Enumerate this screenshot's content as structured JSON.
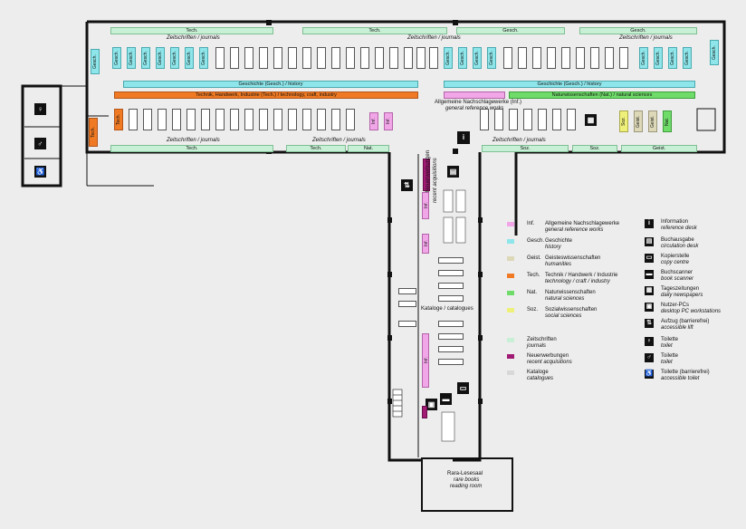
{
  "top_strips": {
    "tech1": "Tech.",
    "tech2": "Tech.",
    "gesch1": "Gesch.",
    "gesch2": "Gesch.",
    "journals_label": "Zeitschriften / journals"
  },
  "bands": {
    "history_left": "Geschichte (Gesch.) / history",
    "tech_left": "Technik, Handwerk, Industrie (Tech.)  /  technology, craft, industry",
    "history_right": "Geschichte (Gesch.) / history",
    "nat_right": "Naturwissenschaften (Nat.)  /  natural sciences",
    "reference_title": "Allgemeine Nachschlagewerke (Inf.)",
    "reference_sub": "general reference works"
  },
  "short_labels": {
    "gesch": "Gesch.",
    "tech": "Tech.",
    "inf": "Inf.",
    "nat": "Nat.",
    "soz": "Soz.",
    "geist": "Geist."
  },
  "bottom_strips": {
    "journals_left": "Zeitschriften / journals",
    "journals_mid": "Zeitschriften / journals",
    "journals_right": "Zeitschriften / journals",
    "tech_a": "Tech.",
    "tech_b": "Tech.",
    "nat": "Nat.",
    "soz_a": "Soz.",
    "soz_b": "Soz.",
    "geist": "Geist."
  },
  "corridor": {
    "recent": "Neuerwerbungen",
    "recent_sub": "recent acquisitions",
    "catalogues": "Kataloge / catalogues",
    "rare_books": [
      "Rara-Lesesaal",
      "rare books",
      "reading room"
    ]
  },
  "legend": {
    "subjects": [
      {
        "code": "Inf.",
        "de": "Allgemeine Nachschlagewerke",
        "en": "general reference works",
        "color": "#f1a6e8"
      },
      {
        "code": "Gesch.",
        "de": "Geschichte",
        "en": "history",
        "color": "#8ee6ea"
      },
      {
        "code": "Geist.",
        "de": "Geisteswissenschaften",
        "en": "humanities",
        "color": "#dcd8b8"
      },
      {
        "code": "Tech.",
        "de": "Technik / Handwerk / Industrie",
        "en": "technology / craft / industry",
        "color": "#f07a23"
      },
      {
        "code": "Nat.",
        "de": "Naturwissenschaften",
        "en": "natural sciences",
        "color": "#6fdc6a"
      },
      {
        "code": "Soz.",
        "de": "Sozialwissenschaften",
        "en": "social sciences",
        "color": "#eef07a"
      }
    ],
    "others": [
      {
        "de": "Zeitschriften",
        "en": "journals",
        "color": "#c8f0d6"
      },
      {
        "de": "Neuerwerbungen",
        "en": "recent acquisitions",
        "color": "#a11a74"
      },
      {
        "de": "Kataloge",
        "en": "catalogues",
        "color": "#d8d8d8"
      }
    ],
    "services": [
      {
        "icon": "info-icon",
        "glyph": "i",
        "de": "Information",
        "en": "reference desk"
      },
      {
        "icon": "circulation-icon",
        "glyph": "▤",
        "de": "Buchausgabe",
        "en": "circulation desk"
      },
      {
        "icon": "copier-icon",
        "glyph": "▭",
        "de": "Kopierstelle",
        "en": "copy centre"
      },
      {
        "icon": "scanner-icon",
        "glyph": "▬",
        "de": "Buchscanner",
        "en": "book scanner"
      },
      {
        "icon": "newspaper-icon",
        "glyph": "▦",
        "de": "Tageszeitungen",
        "en": "daily newspapers"
      },
      {
        "icon": "pc-icon",
        "glyph": "▣",
        "de": "Nutzer-PCs",
        "en": "desktop PC workstations"
      },
      {
        "icon": "lift-icon",
        "glyph": "⇅",
        "de": "Aufzug (barrierefrei)",
        "en": "accessible lift"
      },
      {
        "icon": "toilet-icon",
        "glyph": "♀",
        "de": "Toilette",
        "en": "toilet"
      },
      {
        "icon": "toilet-icon",
        "glyph": "♂",
        "de": "Toilette",
        "en": "toilet"
      },
      {
        "icon": "accessible-toilet-icon",
        "glyph": "♿",
        "de": "Toilette (barrierefrei)",
        "en": "accessible toilet"
      }
    ]
  }
}
